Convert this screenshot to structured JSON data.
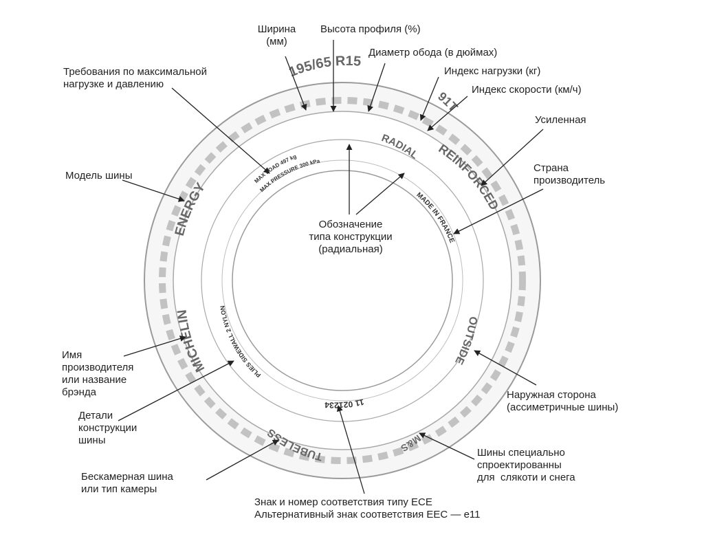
{
  "sidewall": {
    "size": "195/65 R15",
    "load_speed": "91T",
    "radial": "RADIAL",
    "reinforced": "REINFORCED",
    "made_in": "MADE IN FRANCE",
    "outside": "OUTSIDE",
    "ms": "M&S",
    "tubeless": "TUBELESS",
    "dot": "11 021234",
    "plies": "PLIES SIDEWALL 2 NYLON",
    "brand": "MICHELIN",
    "model": "ENERGY",
    "max_load": "MAX LOAD 497 kg",
    "max_pressure": "MAX PRESSURE 300 kPa"
  },
  "labels": {
    "width": "Ширина\n(мм)",
    "profile": "Высота профиля (%)",
    "rim": "Диаметр обода (в дюймах)",
    "load_index": "Индекс нагрузки (кг)",
    "speed_index": "Индекс скорости (км/ч)",
    "reinforced": "Усиленная",
    "country": "Страна\nпроизводитель",
    "max_load": "Требования по максимальной\nнагрузке и давлению",
    "model": "Модель шины",
    "construction_type": "Обозначение\nтипа конструкции\n(радиальная)",
    "manufacturer": "Имя\nпроизводителя\nили название\nбрэнда",
    "construction_details": "Детали\nконструкции\nшины",
    "tubeless": "Бескамерная шина\nили тип камеры",
    "ece": "Знак и номер соответствия типу ECE\nАльтернативный знак соответствия EEC — e11",
    "outside": "Наружная сторона\n(ассиметричные шины)",
    "ms": "Шины специально\nспроектированны\nдля  слякоти и снега"
  }
}
